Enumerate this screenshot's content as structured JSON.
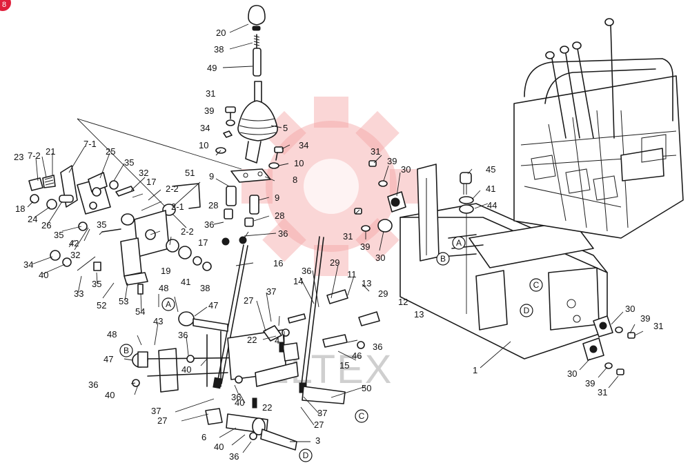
{
  "watermark_text": "ELTEX",
  "badge": "8",
  "callouts": [
    "A",
    "B",
    "C",
    "D"
  ],
  "part_numbers": [
    "1",
    "2-1",
    "2-2",
    "3",
    "4",
    "5",
    "6",
    "7-1",
    "7-2",
    "8",
    "9",
    "10",
    "11",
    "12",
    "13",
    "14",
    "15",
    "16",
    "17",
    "18",
    "19",
    "20",
    "21",
    "22",
    "23",
    "24",
    "25",
    "26",
    "27",
    "28",
    "29",
    "30",
    "31",
    "32",
    "33",
    "34",
    "35",
    "36",
    "37",
    "38",
    "39",
    "40",
    "41",
    "42",
    "43",
    "44",
    "45",
    "46",
    "47",
    "48",
    "49",
    "50",
    "51",
    "52",
    "53",
    "54"
  ]
}
